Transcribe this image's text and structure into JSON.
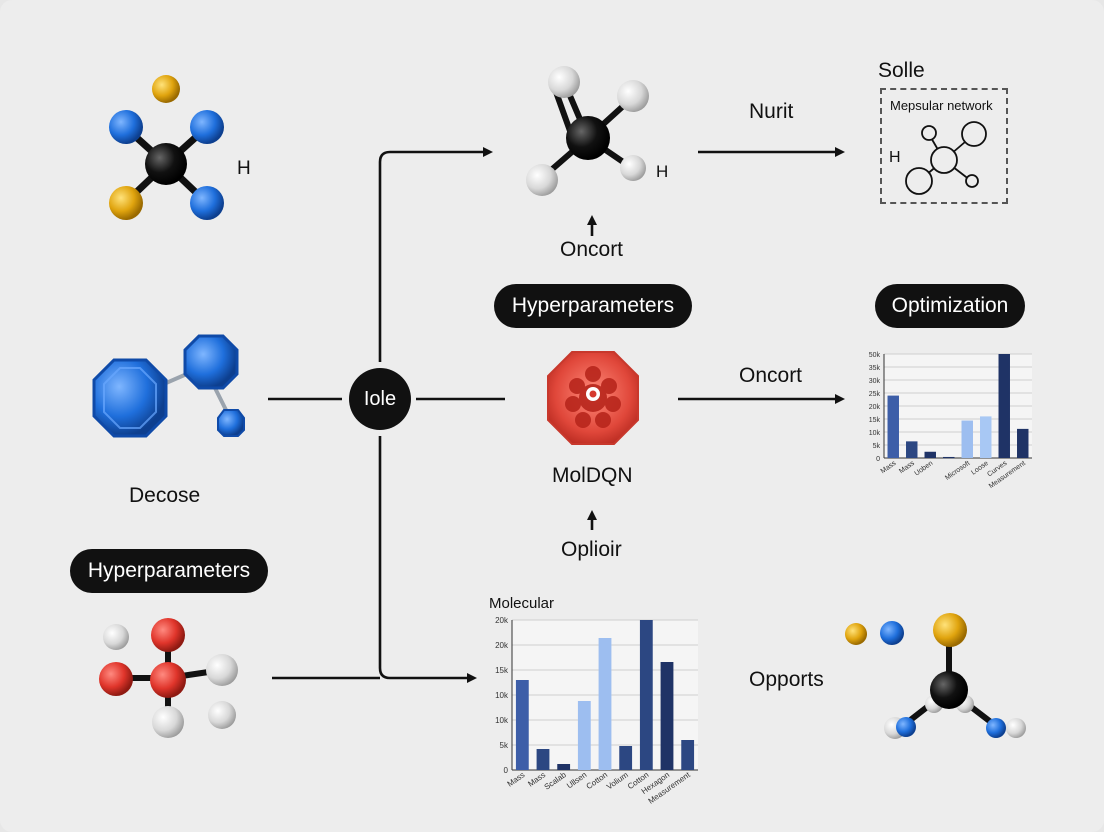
{
  "diagram": {
    "labels": {
      "h_left": "H",
      "decose": "Decose",
      "hyper_left": "Hyperparameters",
      "iole": "Iole",
      "h_top": "H",
      "oncort_top": "Oncort",
      "hyper_center": "Hyperparameters",
      "moldqn": "MolDQN",
      "opliоir": "Oplioir",
      "nurit": "Nurit",
      "solle": "Solle",
      "network_caption": "Mepsular network",
      "network_h": "H",
      "optimization": "Optimization",
      "oncort_right": "Oncort",
      "opports": "Opports"
    }
  },
  "chart_data": [
    {
      "type": "bar",
      "title": "",
      "ylim": [
        0,
        50
      ],
      "yticks": [
        "0",
        "5k",
        "10k",
        "15k",
        "20k",
        "25k",
        "30k",
        "35k",
        "50k"
      ],
      "categories": [
        "Mass",
        "Mass",
        "Uoben",
        "",
        "Microsoft",
        "Loose",
        "Curves",
        "Measurement"
      ],
      "series": [
        {
          "values": [
            30,
            8,
            3,
            0.5,
            18,
            20,
            50,
            14
          ]
        }
      ],
      "colors": [
        "#3d5ea8",
        "#2c4782",
        "#1f3366",
        "#1f3366",
        "#9dbef0",
        "#a8c8f4",
        "#1f3366",
        "#1f3366"
      ]
    },
    {
      "type": "bar",
      "title": "Molecular",
      "ylim": [
        0,
        25
      ],
      "yticks": [
        "0",
        "5k",
        "10k",
        "10k",
        "15k",
        "20k",
        "20k"
      ],
      "categories": [
        "Mass",
        "Mass",
        "Scalab",
        "Ullsen",
        "Cotton",
        "Volium",
        "Cotton",
        "Hexagon",
        "Measurement"
      ],
      "series": [
        {
          "values": [
            15,
            3.5,
            1,
            11.5,
            22,
            4,
            28,
            18,
            5
          ]
        }
      ],
      "colors": [
        "#3d5ea8",
        "#2c4782",
        "#1f3366",
        "#9dbef0",
        "#9dbef0",
        "#2c4782",
        "#2c4782",
        "#1f3366",
        "#2c4782"
      ]
    }
  ]
}
